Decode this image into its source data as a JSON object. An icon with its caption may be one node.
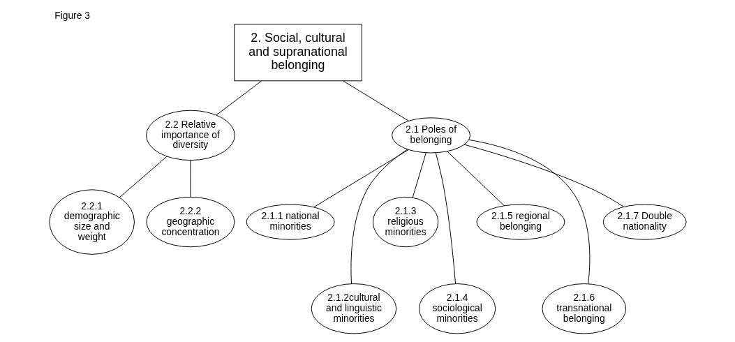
{
  "diagram": {
    "title": "Figure 3",
    "nodes": [
      {
        "text": [
          "2. Social, cultural and supranational belonging"
        ]
      },
      {
        "text": [
          "2.2 Relative importance of diversity"
        ]
      },
      {
        "text": [
          "2.1 Poles of belonging"
        ]
      },
      {
        "text": [
          "2.2.1 demographic size and weight"
        ]
      },
      {
        "text": [
          "2.2.2 geographic concentration"
        ]
      },
      {
        "text": [
          "2.1.1 national minorities"
        ]
      },
      {
        "text": [
          "2.1.2cultural and linguistic minorities"
        ]
      },
      {
        "text": [
          "2.1.3 religious minorities"
        ]
      },
      {
        "text": [
          "2.1.4 sociological minorities"
        ]
      },
      {
        "text": [
          "2.1.5 regional belonging"
        ]
      },
      {
        "text": [
          "2.1.6 transnational belonging"
        ]
      },
      {
        "text": [
          "2.1.7 Double nationality"
        ]
      }
    ],
    "edges": [
      {
        "from": 0,
        "to": 1,
        "arrow": "none"
      },
      {
        "from": 0,
        "to": 2,
        "arrow": "none"
      },
      {
        "from": 1,
        "to": 3,
        "arrow": "none"
      },
      {
        "from": 1,
        "to": 4,
        "arrow": "none"
      },
      {
        "from": 2,
        "to": 5,
        "arrow": "none"
      },
      {
        "from": 2,
        "to": 6,
        "arrow": "none"
      },
      {
        "from": 2,
        "to": 7,
        "arrow": "none"
      },
      {
        "from": 2,
        "to": 8,
        "arrow": "none"
      },
      {
        "from": 2,
        "to": 9,
        "arrow": "none"
      },
      {
        "from": 2,
        "to": 10,
        "arrow": "none"
      },
      {
        "from": 2,
        "to": 11,
        "arrow": "none"
      }
    ]
  }
}
